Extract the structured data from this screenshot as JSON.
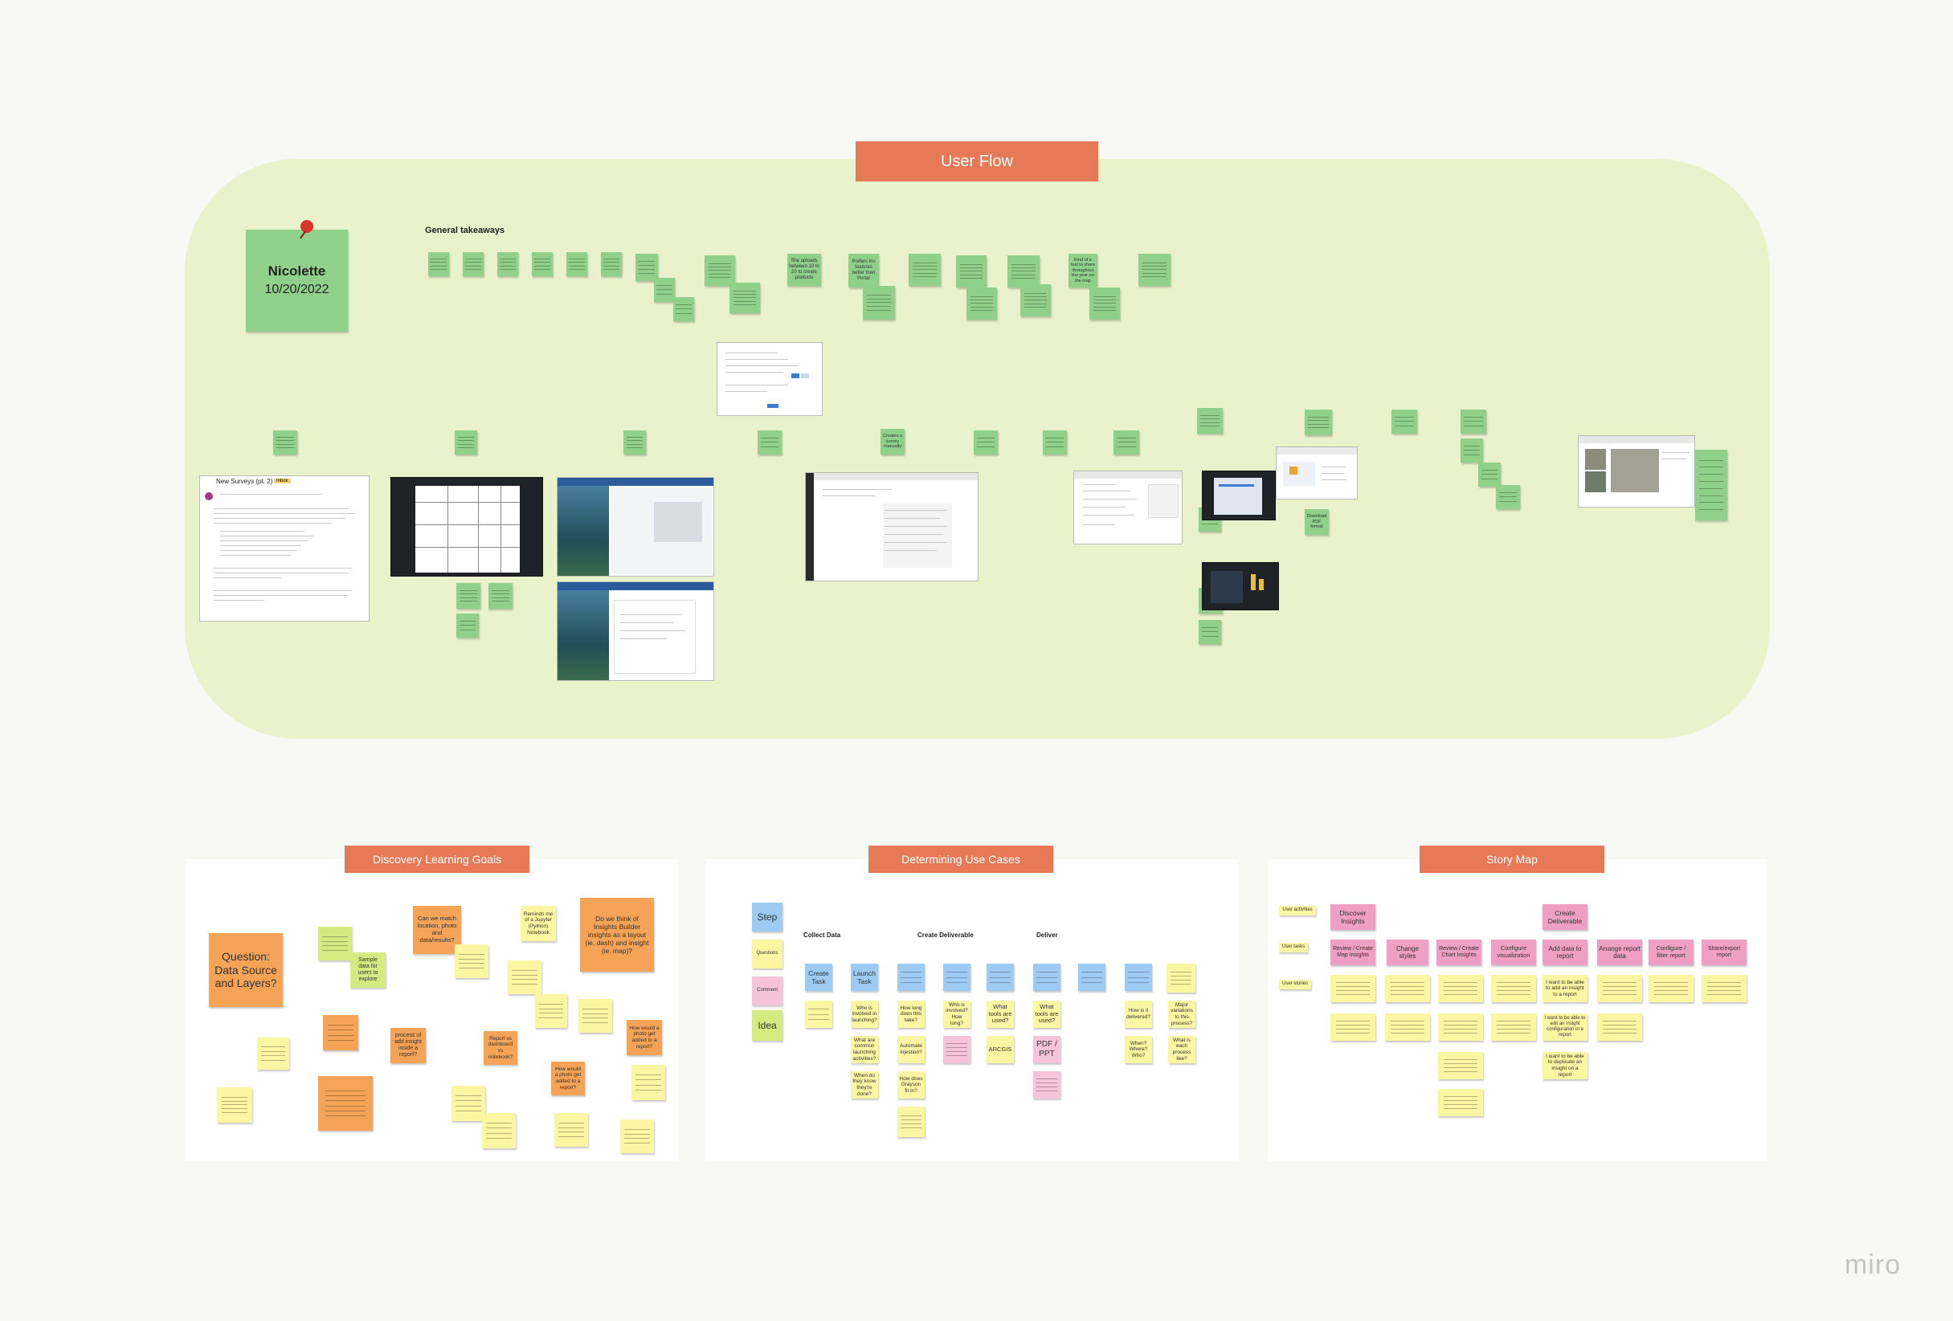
{
  "banners": {
    "user_flow": "User Flow",
    "discovery": "Discovery Learning Goals",
    "use_cases": "Determining Use Cases",
    "story_map": "Story Map"
  },
  "nicolette": {
    "name": "Nicolette",
    "date": "10/20/2022"
  },
  "general_takeaways": "General takeaways",
  "takeaway_notes": [
    "She uploads between 10 to 20 to create products",
    "Prefers Ins features better than Portal",
    "Kind of a tool to share throughout the year on the map"
  ],
  "email": {
    "title": "New Surveys (pt. 2)",
    "tag": "Inbox"
  },
  "flow_notes": {
    "create_survey": "Creates a survey manually",
    "download_pdf": "Download PDF format"
  },
  "discovery": {
    "question": "Question: Data Source and Layers?",
    "match_location": "Can we match location, photo and data/results?",
    "jupyter": "Reminds me of a Jupyter (Python) Notebook",
    "insights_builder": "Do we think of Insights Builder insights as a layout (ie. dash) and insight (ie. map)?",
    "sample_data": "Sample data for users to explore",
    "insight_inside": "process of add insight inside a report?",
    "report_vs": "Report vs dashboard vs notebook?",
    "photo_added": "How would a photo get added to a report?",
    "photo_added2": "How would a photo get added to a report?"
  },
  "use_cases": {
    "legend": {
      "step": "Step",
      "questions": "Questions",
      "comment": "Comment",
      "idea": "Idea"
    },
    "headers": {
      "collect": "Collect Data",
      "create": "Create Deliverable",
      "deliver": "Deliver"
    },
    "steps": {
      "create_task": "Create Task",
      "launch_task": "Launch Task"
    },
    "questions": {
      "who_launching": "Who is involved in launching?",
      "common": "What are common launching activities?",
      "when_done": "When do they know they're done?",
      "how_long": "How long does this take?",
      "automate": "Automate injestion?",
      "how_survey": "How does Grayson fit in?",
      "who_involved": "Who is involved? How long?",
      "tools_used": "What tools are used?",
      "arcgis": "ARCGIS",
      "tools_used2": "What tools are used?",
      "pdf": "PDF / PPT",
      "delivered": "How is it delivered?",
      "when_where": "When? Where? Who?",
      "major": "Major variations to this process?",
      "each_process": "What is each process like?"
    }
  },
  "story_map": {
    "labels": {
      "activities": "User activities",
      "tasks": "User tasks",
      "stories": "User stories"
    },
    "activities": {
      "discover": "Discover Insights",
      "create": "Create Deliverable"
    },
    "tasks": [
      "Review / Create Map Insights",
      "Change styles",
      "Review / Create Chart Insights",
      "Configure visualization",
      "Add data to report",
      "Arrange report data",
      "Configure / filter report",
      "Share/export report"
    ],
    "stories": {
      "add_insight": "I want to be able to add an insight to a report",
      "configure": "I want to be able to edit an insight configuration in a report",
      "duplicate": "I want to be able to duplicate an insight on a report"
    }
  },
  "logo": "miro"
}
